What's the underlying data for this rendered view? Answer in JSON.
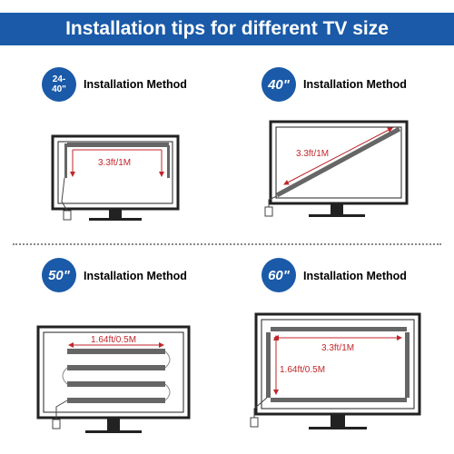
{
  "header": {
    "title": "Installation tips for different TV size"
  },
  "panels": [
    {
      "badge": "24-\n40\"",
      "label": "Installation Method",
      "measurements": [
        "3.3ft/1M"
      ]
    },
    {
      "badge": "40\"",
      "label": "Installation Method",
      "measurements": [
        "3.3ft/1M"
      ]
    },
    {
      "badge": "50\"",
      "label": "Installation Method",
      "measurements": [
        "1.64ft/0.5M"
      ]
    },
    {
      "badge": "60\"",
      "label": "Installation Method",
      "measurements": [
        "3.3ft/1M",
        "1.64ft/0.5M"
      ]
    }
  ],
  "colors": {
    "banner": "#1a5aa8",
    "badge": "#1a5aa8",
    "measure": "#c0262b",
    "monitor": "#222222"
  }
}
